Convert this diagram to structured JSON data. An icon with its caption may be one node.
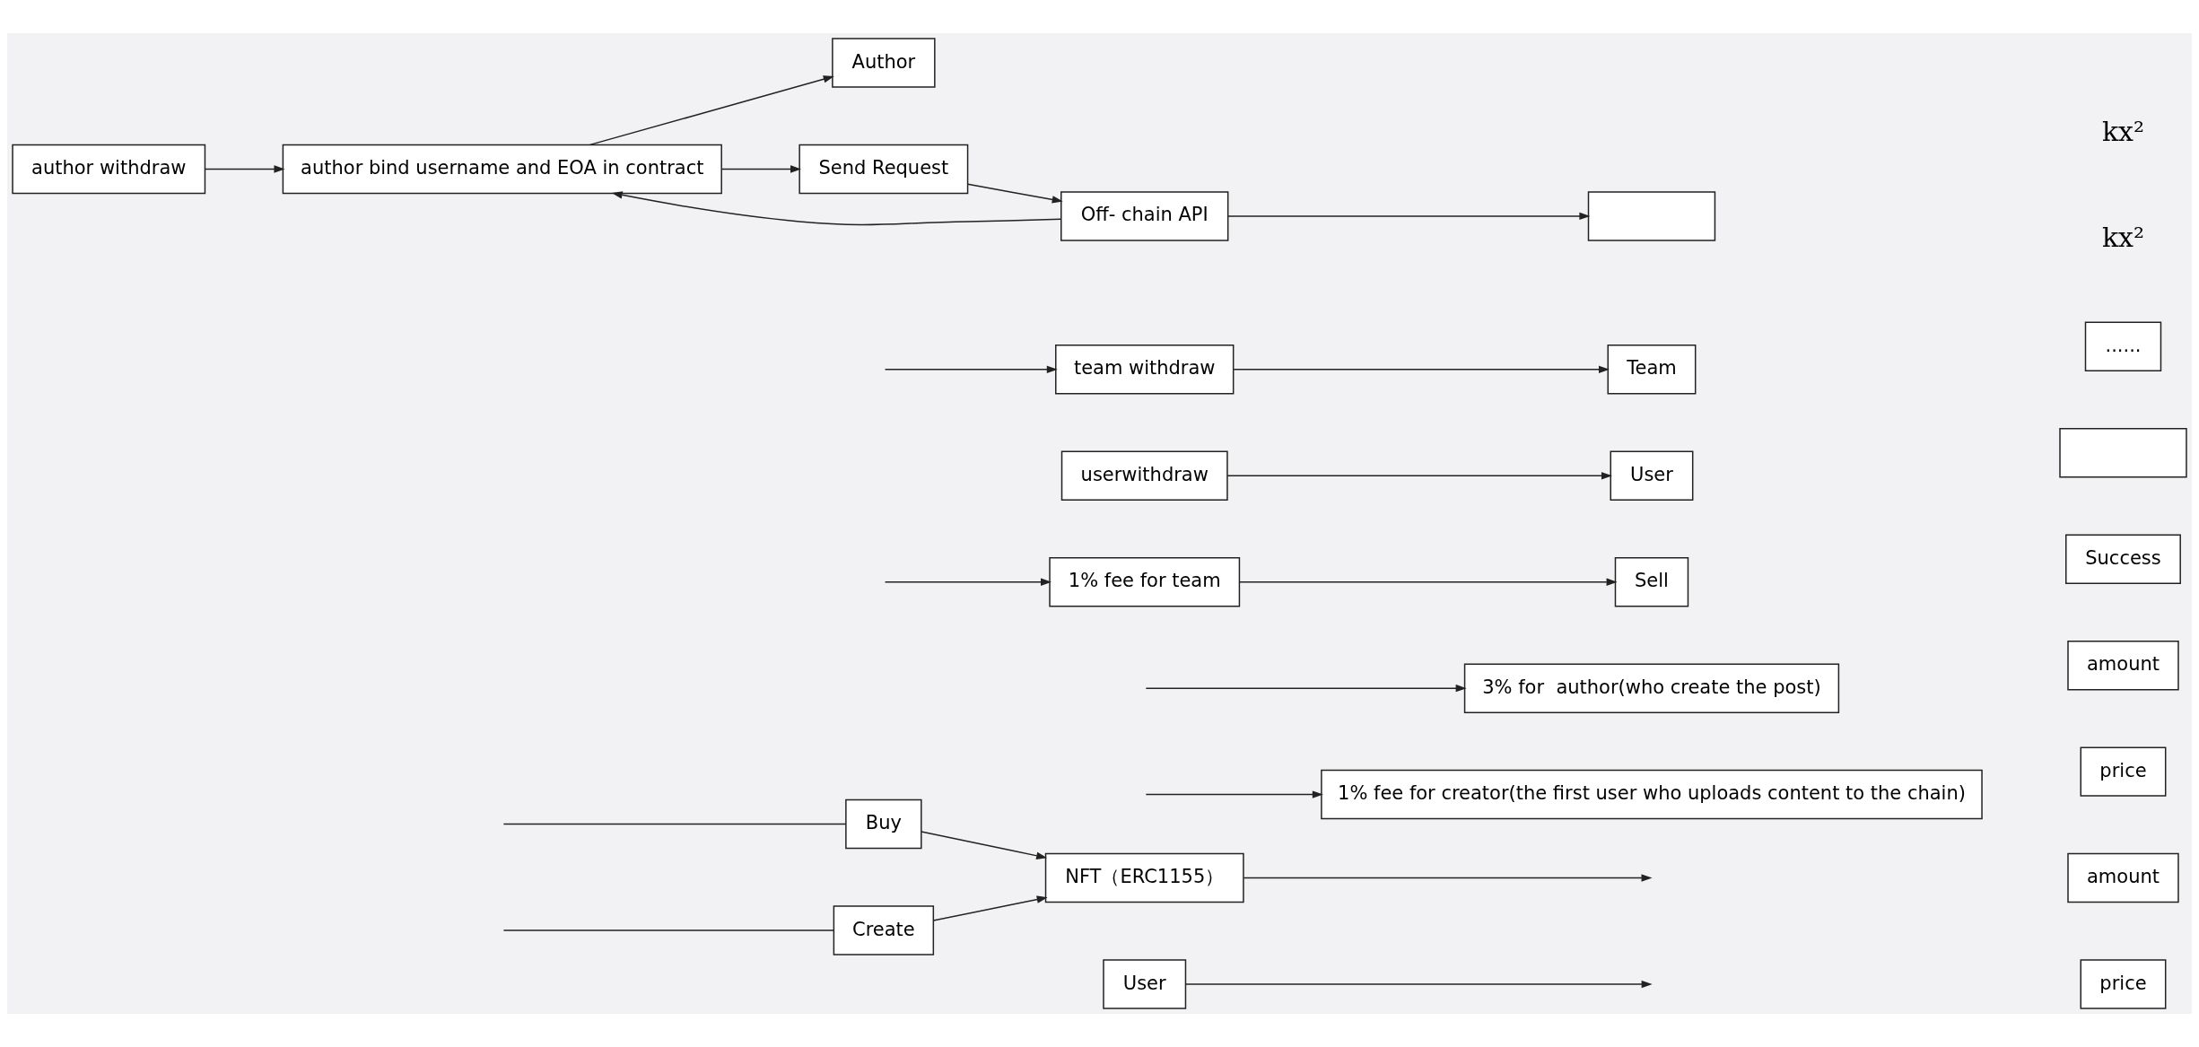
{
  "diagram": {
    "nodes": [
      {
        "text": [
          "User"
        ]
      },
      {
        "text": [
          "Create"
        ]
      },
      {
        "text": [
          "Buy"
        ]
      },
      {
        "text": [
          "NFT（ERC1155）"
        ]
      },
      {
        "text": [
          "price"
        ]
      },
      {
        "text": [
          "amount"
        ]
      },
      {
        "text": [
          "1% fee for creator(the first user who uploads content to the chain)"
        ]
      },
      {
        "text": [
          "3% for  author(who create the post)"
        ]
      },
      {
        "text": [
          "1% fee for team"
        ]
      },
      {
        "text": [
          "Sell"
        ]
      },
      {
        "text": [
          "price"
        ]
      },
      {
        "text": [
          "amount"
        ]
      },
      {
        "text": [
          "userwithdraw"
        ]
      },
      {
        "text": [
          "team withdraw"
        ]
      },
      {
        "text": [
          "author withdraw"
        ]
      },
      {
        "text": [
          "User"
        ]
      },
      {
        "text": [
          "Team"
        ]
      },
      {
        "text": [
          "Author"
        ]
      },
      {
        "text": [
          "author bind username and EOA in contract"
        ]
      },
      {
        "text": [
          "Send Request"
        ]
      },
      {
        "text": [
          "Success"
        ]
      },
      {
        "text": [
          "Off- chain API"
        ]
      },
      {
        "text": [],
        "shape": "box"
      },
      {
        "text": [],
        "shape": "box"
      },
      {
        "text": [
          "......"
        ]
      }
    ],
    "edges": [
      {
        "from": 0,
        "to": null,
        "arrow": "to"
      },
      {
        "from": null,
        "to": 1,
        "arrow": "none"
      },
      {
        "from": null,
        "to": 2,
        "arrow": "none"
      },
      {
        "from": 1,
        "to": 3,
        "arrow": "to"
      },
      {
        "from": 2,
        "to": 3,
        "arrow": "to"
      },
      {
        "from": 3,
        "to": null,
        "arrow": "to"
      },
      {
        "from": null,
        "to": 6,
        "arrow": "to"
      },
      {
        "from": null,
        "to": 7,
        "arrow": "to"
      },
      {
        "from": null,
        "to": 8,
        "arrow": "to"
      },
      {
        "from": 8,
        "to": 9,
        "arrow": "to"
      },
      {
        "from": null,
        "to": 13,
        "arrow": "to"
      },
      {
        "from": 12,
        "to": 15,
        "arrow": "to"
      },
      {
        "from": 13,
        "to": 16,
        "arrow": "to"
      },
      {
        "from": 14,
        "to": 18,
        "arrow": "to"
      },
      {
        "from": 18,
        "to": 17,
        "arrow": "to"
      },
      {
        "from": 18,
        "to": 19,
        "arrow": "to"
      },
      {
        "from": 19,
        "to": 21,
        "arrow": "to"
      },
      {
        "from": 21,
        "to": 18,
        "arrow": "to"
      },
      {
        "from": 21,
        "to": 23,
        "arrow": "to"
      }
    ],
    "labels": [
      "kx²",
      "kx²"
    ]
  }
}
